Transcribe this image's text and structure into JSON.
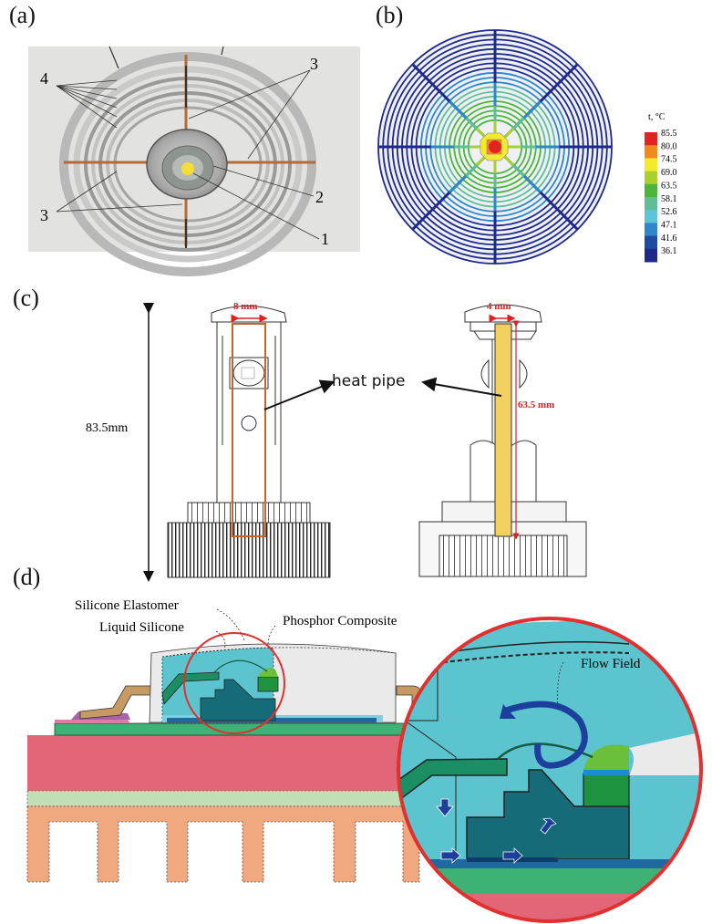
{
  "figure": {
    "panels": [
      {
        "id": "a",
        "label": "(a)",
        "description": "Photo of LED lamp with concentric ring fins and heat pipes"
      },
      {
        "id": "b",
        "label": "(b)",
        "description": "Simulated temperature distribution"
      },
      {
        "id": "c",
        "label": "(c)",
        "description": "Heat pipe dimension drawings"
      },
      {
        "id": "d",
        "label": "(d)",
        "description": "LED package cross-section with flow field"
      }
    ]
  },
  "panel_a": {
    "callouts": [
      {
        "text": "4",
        "meaning": "ring fins"
      },
      {
        "text": "3",
        "meaning": "heat pipe (top-right)"
      },
      {
        "text": "3",
        "meaning": "heat pipe (bottom-left)"
      },
      {
        "text": "2"
      },
      {
        "text": "1"
      }
    ]
  },
  "panel_b": {
    "legend_title": "t, °C",
    "legend_ticks": [
      "85.5",
      "80.0",
      "74.5",
      "69.0",
      "63.5",
      "58.1",
      "52.6",
      "47.1",
      "41.6",
      "36.1"
    ],
    "legend_colors": [
      "#e32222",
      "#f08a1e",
      "#f2ea2a",
      "#aad02e",
      "#4cb63a",
      "#5fbe96",
      "#5cc6d8",
      "#2f86c8",
      "#1e4aa0",
      "#1e2a8a"
    ]
  },
  "panel_c": {
    "height_label": "83.5mm",
    "width_left": "8 mm",
    "width_right": "4 mm",
    "pipe_length": "63.5 mm",
    "pointer_label": "heat pipe",
    "pipe_color": "#f2d060",
    "outline_color": "#c8642a",
    "dimension_color": "#e02020"
  },
  "panel_d": {
    "labels": {
      "silicone_elastomer": "Silicone Elastomer",
      "liquid_silicone": "Liquid Silicone",
      "phosphor_composite": "Phosphor Composite",
      "flow_field": "Flow Field"
    },
    "colors": {
      "substrate": "#e26776",
      "tim": "#c0e0b4",
      "heatsink": "#f0a87e",
      "pcb": "#3eb274",
      "liquid": "#5cc4cf",
      "die": "#156b78",
      "lead": "#c79a64",
      "housing": "#eaeaea",
      "phosphor": "#6cbf3a",
      "chip": "#1e9340",
      "flow_arrow": "#1b3f9a",
      "magnifier_ring": "#e03030"
    }
  }
}
